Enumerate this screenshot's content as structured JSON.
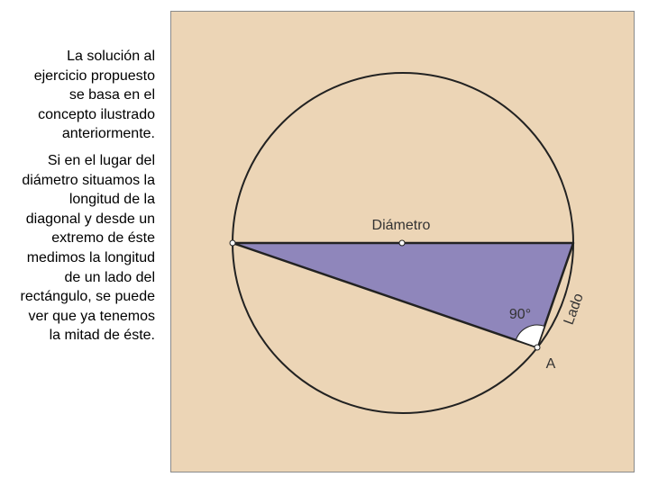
{
  "text": {
    "paragraph_1": "La solución al ejercicio propuesto se basa en el concepto ilustrado anteriormente.",
    "paragraph_2": "Si en el lugar del diámetro situamos la longitud de la diagonal y desde un extremo de éste medimos la longitud de un lado del rectángulo, se puede ver que ya tenemos la mitad de éste."
  },
  "figure": {
    "label_diameter": "Diámetro",
    "label_side": "Lado",
    "label_angle": "90°",
    "label_point": "A",
    "right_angle_degrees": 90,
    "colors": {
      "panel_background": "#ecd5b6",
      "triangle_fill": "#8f86bb",
      "stroke": "#222222",
      "angle_marker": "#ffffff"
    }
  }
}
